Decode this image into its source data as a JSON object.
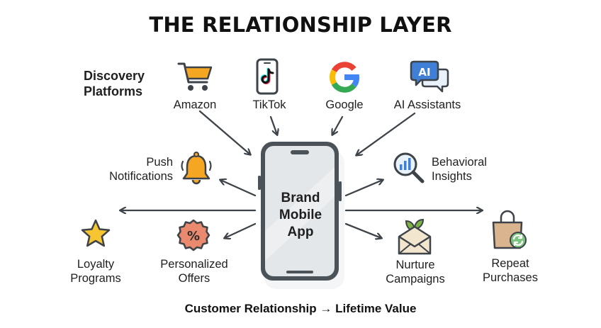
{
  "title": "THE RELATIONSHIP LAYER",
  "discovery_heading": [
    "Discovery",
    "Platforms"
  ],
  "platforms": [
    {
      "label": "Amazon",
      "icon": "shopping-cart-icon"
    },
    {
      "label": "TikTok",
      "icon": "tiktok-icon"
    },
    {
      "label": "Google",
      "icon": "google-icon"
    },
    {
      "label": "AI Assistants",
      "icon": "ai-chat-icon"
    }
  ],
  "center": {
    "label_lines": [
      "Brand",
      "Mobile",
      "App"
    ],
    "icon": "smartphone-icon"
  },
  "features": {
    "push": {
      "lines": [
        "Push",
        "Notifications"
      ],
      "icon": "bell-icon"
    },
    "behavioral": {
      "lines": [
        "Behavioral",
        "Insights"
      ],
      "icon": "magnifier-chart-icon"
    },
    "loyalty": {
      "lines": [
        "Loyalty",
        "Programs"
      ],
      "icon": "star-icon"
    },
    "offers": {
      "lines": [
        "Personalized",
        "Offers"
      ],
      "icon": "percent-badge-icon"
    },
    "nurture": {
      "lines": [
        "Nurture",
        "Campaigns"
      ],
      "icon": "envelope-plant-icon"
    },
    "repeat": {
      "lines": [
        "Repeat",
        "Purchases"
      ],
      "icon": "shopping-bag-refresh-icon"
    }
  },
  "footer": "Customer Relationship → Lifetime Value",
  "colors": {
    "arrow": "#3d4348",
    "phone_frame": "#4b5358",
    "phone_screen": "#e4e7ea",
    "accent_orange": "#f5a623",
    "star_yellow": "#f6c531",
    "percent_red": "#e98a6e",
    "ai_blue": "#3f7fd6",
    "google_blue": "#4285f4",
    "google_red": "#ea4335",
    "google_yellow": "#fbbc05",
    "google_green": "#34a853"
  }
}
